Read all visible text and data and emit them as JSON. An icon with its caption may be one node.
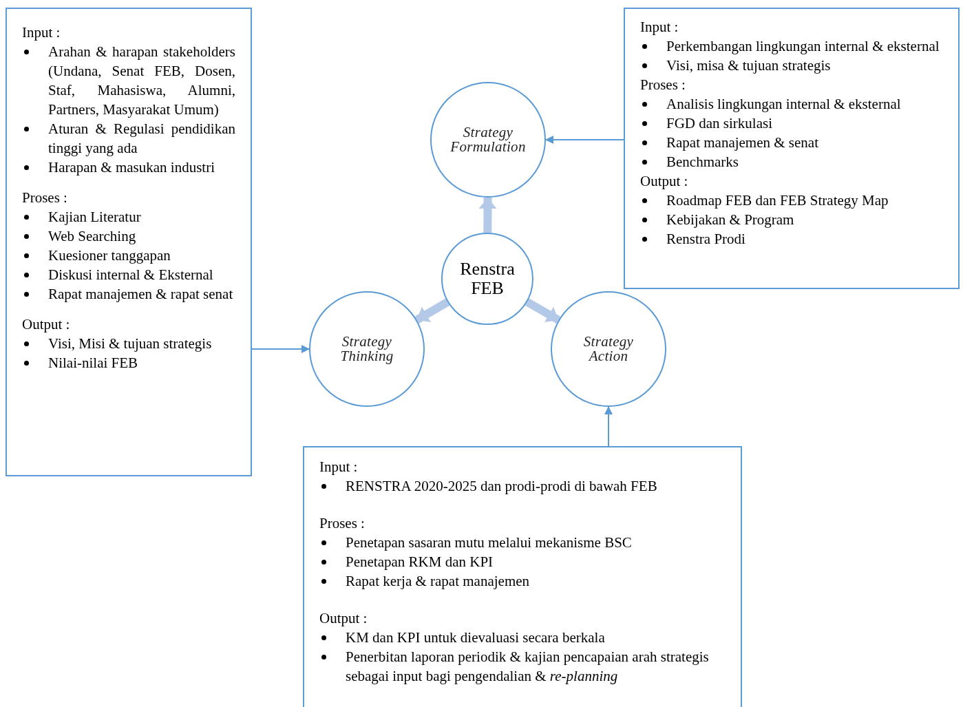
{
  "diagram": {
    "nodes": [
      {
        "text": [
          "Input :",
          "Arahan & harapan stakeholders (Undana, Senat FEB, Dosen, Staf, Mahasiswa, Alumni, Partners, Masyarakat Umum)",
          "Aturan & Regulasi pendidikan tinggi yang ada",
          "Harapan & masukan industri",
          "Proses :",
          "Kajian Literatur",
          "Web Searching",
          "Kuesioner tanggapan",
          "Diskusi internal & Eksternal",
          "Rapat manajemen & rapat senat",
          "Output :",
          "Visi, Misi & tujuan strategis",
          "Nilai-nilai FEB"
        ]
      },
      {
        "text": [
          "Strategy Formulation"
        ]
      },
      {
        "text": [
          "Renstra FEB"
        ]
      },
      {
        "text": [
          "Strategy Thinking"
        ]
      },
      {
        "text": [
          "Strategy Action"
        ]
      },
      {
        "text": [
          "Input :",
          "Perkembangan lingkungan internal & eksternal",
          "Visi, misa & tujuan strategis",
          "Proses :",
          "Analisis lingkungan internal & eksternal",
          "FGD dan sirkulasi",
          "Rapat manajemen & senat",
          "Benchmarks",
          "Output :",
          "Roadmap FEB dan FEB Strategy Map",
          "Kebijakan & Program",
          "Renstra Prodi"
        ]
      },
      {
        "text": [
          "Input :",
          "RENSTRA 2020-2025 dan prodi-prodi di bawah FEB",
          "Proses :",
          "Penetapan sasaran mutu melalui mekanisme BSC",
          "Penetapan RKM dan KPI",
          "Rapat kerja & rapat manajemen",
          "Output :",
          "KM dan KPI untuk dievaluasi secara berkala",
          "Penerbitan laporan periodik &  kajian pencapaian arah strategis sebagai input bagi pengendalian & *re-planning*"
        ]
      }
    ],
    "edges": [
      {
        "from": 0,
        "to": 3,
        "arrow": "to"
      },
      {
        "from": 5,
        "to": 1,
        "arrow": "to"
      },
      {
        "from": 6,
        "to": 4,
        "arrow": "to"
      },
      {
        "from": 2,
        "to": 1,
        "arrow": "to",
        "style": "thick",
        "color": "#b4c9e8"
      },
      {
        "from": 2,
        "to": 3,
        "arrow": "to",
        "style": "thick",
        "color": "#b4c9e8"
      },
      {
        "from": 2,
        "to": 4,
        "arrow": "to",
        "style": "thick",
        "color": "#b4c9e8"
      }
    ]
  }
}
